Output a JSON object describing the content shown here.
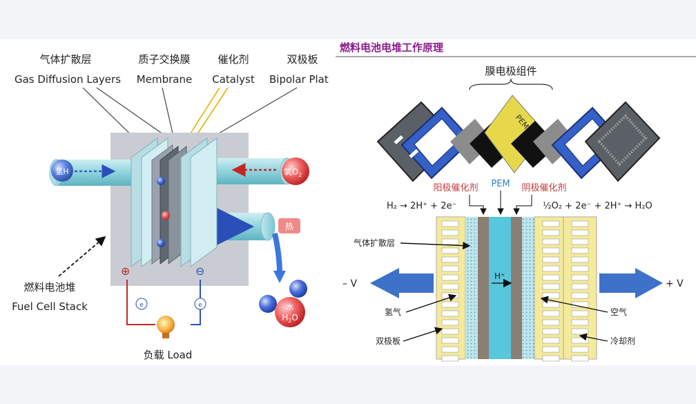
{
  "left": {
    "labels": {
      "gdl_cn": "气体扩散层",
      "gdl_en": "Gas Diffusion Layers",
      "mem_cn": "质子交换膜",
      "mem_en": "Membrane",
      "cat_cn": "催化剂",
      "cat_en": "Catalyst",
      "bip_cn": "双极板",
      "bip_en": "Bipolar Plat",
      "stack_cn": "燃料电池堆",
      "stack_en": "Fuel Cell Stack",
      "load": "负载  Load",
      "hydrogen": "氢H",
      "oxygen": "氧O",
      "oxygen_sub": "2",
      "heat": "热",
      "water_cn": "水",
      "water_en": "H",
      "water_sub": "2",
      "water_o": "O",
      "plus": "⊕",
      "minus": "⊖",
      "electron": "e"
    }
  },
  "right": {
    "title": "燃料电池电堆工作原理",
    "mea": "膜电极组件",
    "pem_diamond": "PEM",
    "anode_cat": "阳极催化剂",
    "pem": "PEM",
    "cathode_cat": "阴极催化剂",
    "anode_eq": "H₂ → 2H⁺ + 2e⁻",
    "cathode_eq": "½O₂ + 2e⁻ + 2H⁺ → H₂O",
    "gdl": "气体扩散层",
    "hydrogen": "氢气",
    "bipolar": "双极板",
    "air": "空气",
    "coolant": "冷却剂",
    "proton": "H⁺",
    "neg_v": "– V",
    "pos_v": "+ V"
  }
}
